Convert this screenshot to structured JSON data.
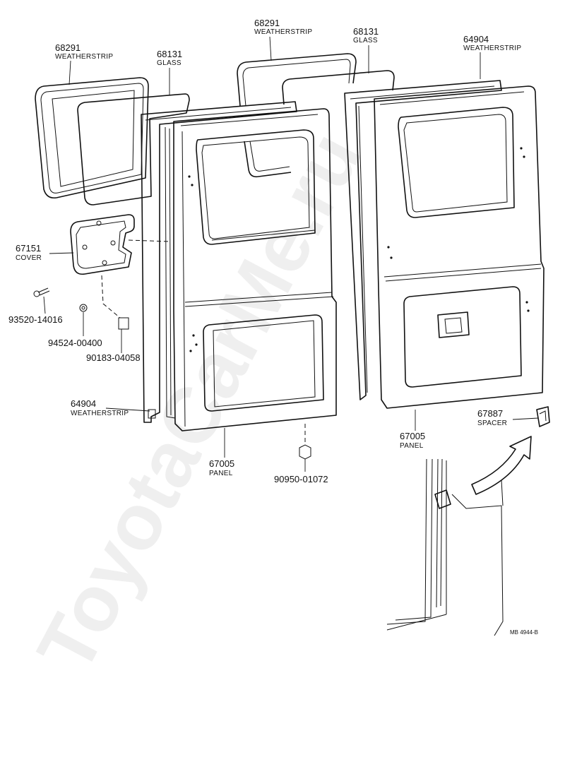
{
  "labels": [
    {
      "id": "ws_left_top",
      "part": "68291",
      "name": "WEATHERSTRIP"
    },
    {
      "id": "glass_left",
      "part": "68131",
      "name": "GLASS"
    },
    {
      "id": "ws_center_top",
      "part": "68291",
      "name": "WEATHERSTRIP"
    },
    {
      "id": "glass_center",
      "part": "68131",
      "name": "GLASS"
    },
    {
      "id": "ws_right_top",
      "part": "64904",
      "name": "WEATHERSTRIP"
    },
    {
      "id": "cover",
      "part": "67151",
      "name": "COVER"
    },
    {
      "id": "bolt",
      "part": "93520-14016",
      "name": ""
    },
    {
      "id": "washer",
      "part": "94524-00400",
      "name": ""
    },
    {
      "id": "nut_small",
      "part": "90183-04058",
      "name": ""
    },
    {
      "id": "ws_left_door",
      "part": "64904",
      "name": "WEATHERSTRIP"
    },
    {
      "id": "panel_left",
      "part": "67005",
      "name": "PANEL"
    },
    {
      "id": "nut_bottom",
      "part": "90950-01072",
      "name": ""
    },
    {
      "id": "panel_right",
      "part": "67005",
      "name": "PANEL"
    },
    {
      "id": "spacer",
      "part": "67887",
      "name": "SPACER"
    }
  ],
  "diagram_code": "MB 4944-B",
  "watermark": "ToyotaCarMe.ru"
}
